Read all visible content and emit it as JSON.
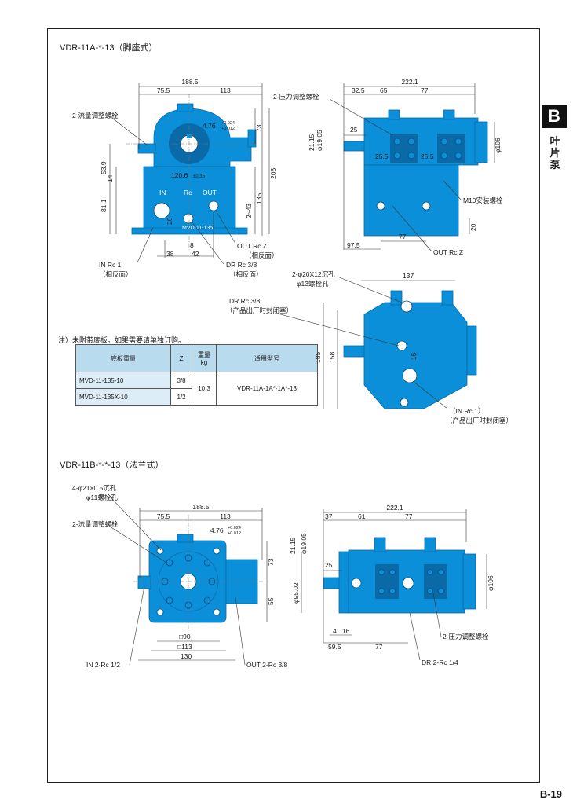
{
  "side": {
    "tab": "B",
    "label": "叶片泵"
  },
  "page_number": "B-19",
  "sections": {
    "a_title": "VDR-11A-*-13（脚座式）",
    "b_title": "VDR-11B-*-*-13（法兰式）"
  },
  "note": "注）未附带底板。如果需要请单独订购。",
  "table": {
    "headers": [
      "底板重量",
      "Z",
      "重量 kg",
      "适用型号"
    ],
    "rows": [
      {
        "model": "MVD-11-135-10",
        "z": "3/8"
      },
      {
        "model": "MVD-11-135X-10",
        "z": "1/2"
      }
    ],
    "weight": "10.3",
    "applicable": "VDR-11A-1A*-1A*-13"
  },
  "drawing_a_front": {
    "dims": [
      "188.5",
      "75.5",
      "113",
      "73",
      "208",
      "135",
      "53.9",
      "14",
      "81.1",
      "2~43",
      "38",
      "8",
      "42",
      "120.6",
      "4.76",
      "+0.024",
      "+0.012",
      "20"
    ],
    "labels": [
      "2-流量调整螺栓",
      "IN  Rc 1",
      "（相反面）",
      "OUT  Rc Z",
      "（相反面）",
      "DR  Rc 3/8",
      "（相反面）",
      "IN",
      "Rc",
      "OUT",
      "MVD-11-135"
    ],
    "tol": "±0.35"
  },
  "drawing_a_side": {
    "dims": [
      "222.1",
      "32.5",
      "65",
      "77",
      "25",
      "21.15",
      "φ19.05",
      "25.5",
      "25.5",
      "φ106",
      "77",
      "97.5",
      "20"
    ],
    "labels": [
      "2-压力调整螺栓",
      "M10安装螺栓",
      "OUT  Rc Z"
    ]
  },
  "drawing_a_bottom": {
    "dims": [
      "137",
      "185",
      "158",
      "15"
    ],
    "labels": [
      "2-φ20X12沉孔",
      "φ13螺栓孔",
      "DR  Rc 3/8",
      "（产品出厂时封闭塞）",
      "（IN  Rc 1）",
      "（产品出厂时封闭塞）"
    ]
  },
  "drawing_b_front": {
    "dims": [
      "188.5",
      "75.5",
      "113",
      "4.76",
      "+0.024",
      "+0.012",
      "73",
      "55",
      "□90",
      "□113",
      "130"
    ],
    "labels": [
      "4-φ21×0.5沉孔",
      "φ11螺栓孔",
      "2-流量调整螺栓",
      "IN  2-Rc 1/2",
      "OUT  2-Rc 3/8"
    ]
  },
  "drawing_b_side": {
    "dims": [
      "222.1",
      "37",
      "61",
      "77",
      "25",
      "21.15",
      "φ19.05",
      "φ95.02",
      "φ106",
      "4",
      "16",
      "59.5",
      "77"
    ],
    "labels": [
      "2-压力调整螺栓",
      "DR  2-Rc 1/4"
    ]
  }
}
